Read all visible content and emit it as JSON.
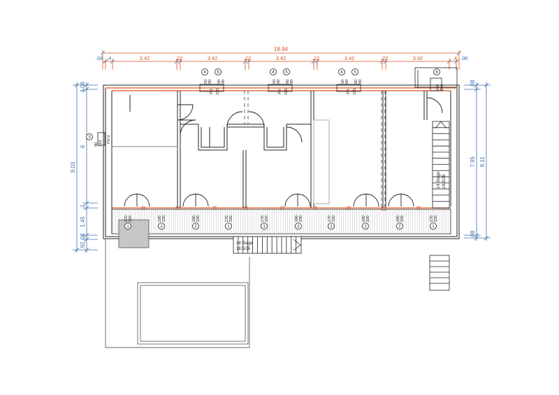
{
  "drawing": {
    "overall_dim": "18.94",
    "top_dims": [
      ".08",
      ".4",
      "3.42",
      ".22",
      "3.42",
      ".22",
      "3.42",
      ".22",
      "3.42",
      ".22",
      "3.42",
      ".4",
      ".08"
    ],
    "left_dims": {
      "top": "4.08",
      "mid": "6",
      "total": "9.03",
      "sm1": "1",
      "lower": "1.45",
      "sm2": ".08",
      "sm3": ".92"
    },
    "right_dims": {
      "top": ".08",
      "mid": "7.95",
      "total": "8.11",
      "bottom": ".08"
    },
    "window_tags": {
      "type4": "4",
      "type5": "5",
      "type6": "6",
      "type3": "3",
      "type1": "1",
      "type2": "2"
    },
    "window_sizes": {
      "w4": "50\n80",
      "w5": "80\n80",
      "w6": "100\n210",
      "w3": "80\n210",
      "ph": "PH",
      "ph0": "PH 0",
      "sill": "150"
    },
    "door_labels": [
      {
        "tag": "1",
        "w": "170",
        "h": "220"
      },
      {
        "tag": "2",
        "w": "180",
        "h": "220"
      },
      {
        "tag": "2",
        "w": "180",
        "h": "220"
      },
      {
        "tag": "1",
        "w": "170",
        "h": "220"
      },
      {
        "tag": "1",
        "w": "170",
        "h": "220"
      },
      {
        "tag": "2",
        "w": "180",
        "h": "220"
      },
      {
        "tag": "1",
        "w": "170",
        "h": "220"
      },
      {
        "tag": "2",
        "w": "180",
        "h": "220"
      },
      {
        "tag": "2",
        "w": "180",
        "h": "220"
      },
      {
        "tag": "1",
        "w": "170",
        "h": "220"
      }
    ],
    "stairs_lower": {
      "line1": "14  Stage",
      "line2": "18,5/26"
    },
    "stairs_right": {
      "line1": "14  Stage",
      "line2": "18,5/26"
    }
  }
}
